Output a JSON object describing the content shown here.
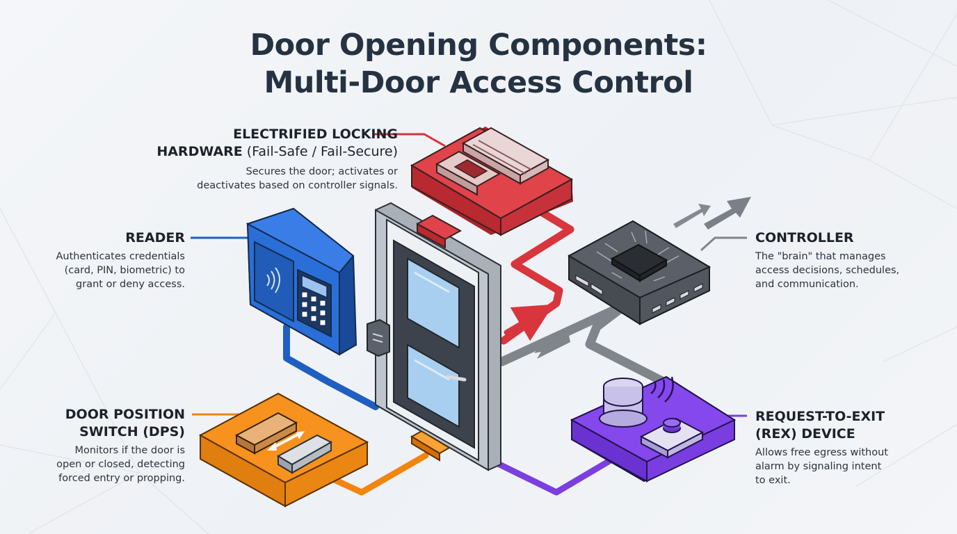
{
  "title": {
    "line1": "Door Opening Components:",
    "line2": "Multi-Door Access Control"
  },
  "components": {
    "locking": {
      "heading1": "ELECTRIFIED LOCKING",
      "heading2": "HARDWARE",
      "heading_sub": " (Fail-Safe / Fail-Secure)",
      "desc1": "Secures the door; activates or",
      "desc2": "deactivates based on controller signals."
    },
    "reader": {
      "heading": "READER",
      "desc1": "Authenticates credentials",
      "desc2": "(card, PIN, biometric) to",
      "desc3": "grant or deny access."
    },
    "dps": {
      "heading1": "DOOR POSITION",
      "heading2": "SWITCH (DPS)",
      "desc1": "Monitors if the door is",
      "desc2": "open or closed, detecting",
      "desc3": "forced entry or propping."
    },
    "controller": {
      "heading": "CONTROLLER",
      "desc1": "The \"brain\" that manages",
      "desc2": "access decisions, schedules,",
      "desc3": "and communication."
    },
    "rex": {
      "heading1": "REQUEST-TO-EXIT",
      "heading2": "(REX) DEVICE",
      "desc1": "Allows free egress without",
      "desc2": "alarm by signaling intent",
      "desc3": "to exit."
    }
  },
  "colors": {
    "locking": "#d8353c",
    "reader": "#1f5fc2",
    "dps": "#f2850f",
    "controller": "#4b5058",
    "rex": "#7b3fe0",
    "title": "#253241"
  }
}
